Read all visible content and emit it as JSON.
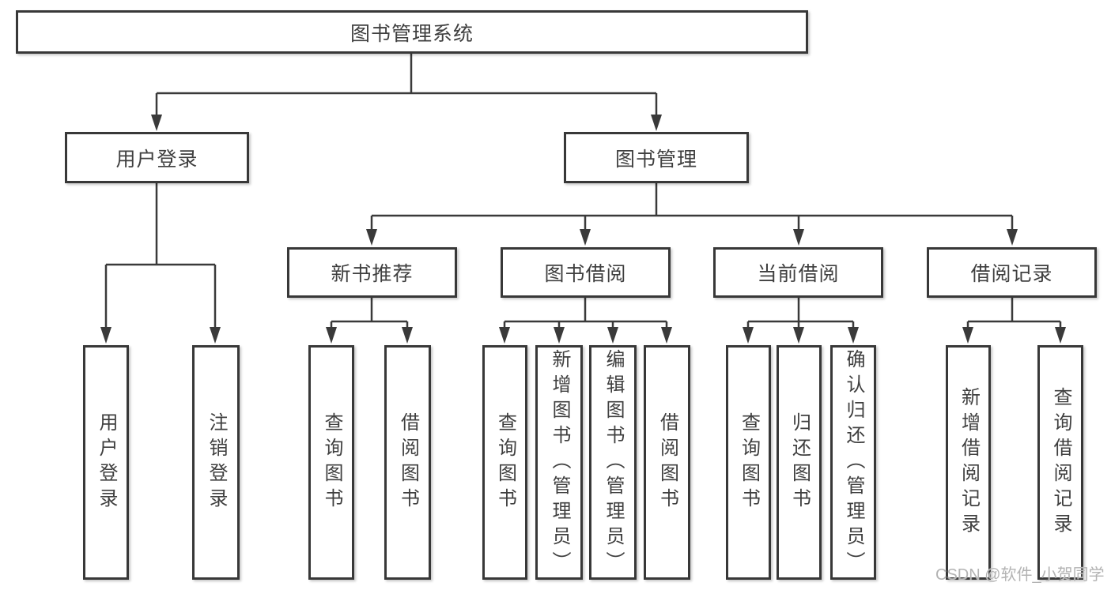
{
  "tree": {
    "root": {
      "label": "图书管理系统",
      "children": [
        {
          "label": "用户登录",
          "children": [
            {
              "label": "用户登录"
            },
            {
              "label": "注销登录"
            }
          ]
        },
        {
          "label": "图书管理",
          "children": [
            {
              "label": "新书推荐",
              "children": [
                {
                  "label": "查询图书"
                },
                {
                  "label": "借阅图书"
                }
              ]
            },
            {
              "label": "图书借阅",
              "children": [
                {
                  "label": "查询图书"
                },
                {
                  "label": "新增图书（管理员）"
                },
                {
                  "label": "编辑图书（管理员）"
                },
                {
                  "label": "借阅图书"
                }
              ]
            },
            {
              "label": "当前借阅",
              "children": [
                {
                  "label": "查询图书"
                },
                {
                  "label": "归还图书"
                },
                {
                  "label": "确认归还（管理员）"
                }
              ]
            },
            {
              "label": "借阅记录",
              "children": [
                {
                  "label": "新增借阅记录"
                },
                {
                  "label": "查询借阅记录"
                }
              ]
            }
          ]
        }
      ]
    }
  },
  "watermark": {
    "text": "CSDN @软件_小贺同学"
  },
  "colors": {
    "border": "#383838",
    "line": "#3a3a3a",
    "text": "#3f3f3f",
    "watermark": "#b3b3b3",
    "background": "#ffffff"
  }
}
